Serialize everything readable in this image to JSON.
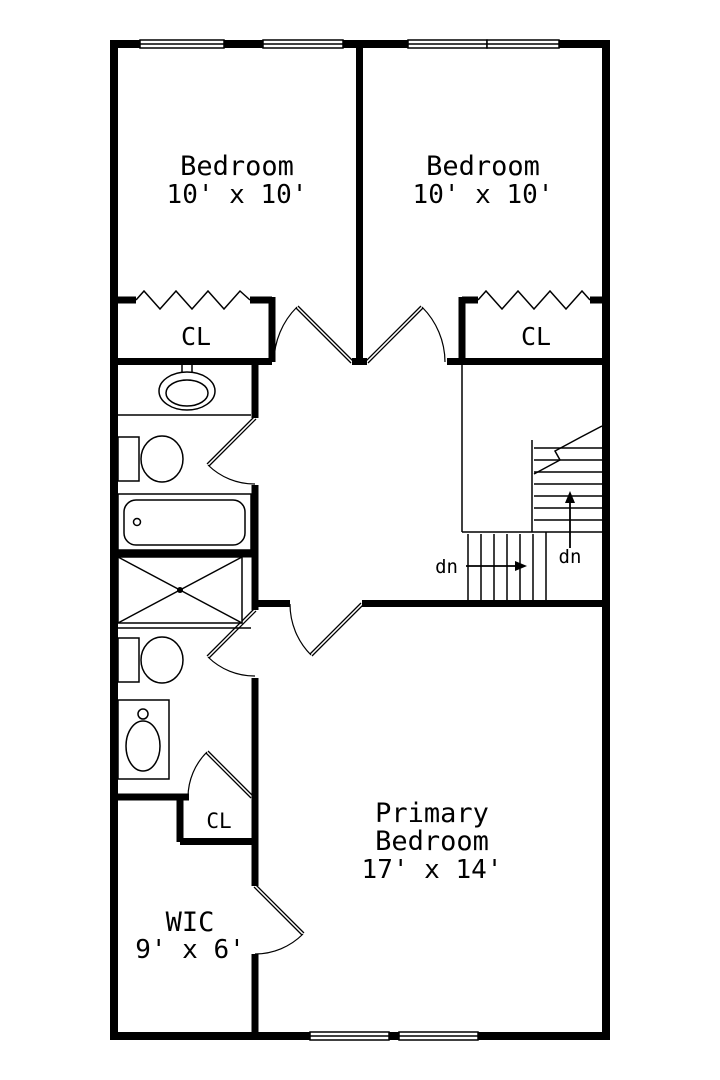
{
  "plan": {
    "bedroom_left": {
      "name": "Bedroom",
      "dims": "10' x 10'"
    },
    "bedroom_right": {
      "name": "Bedroom",
      "dims": "10' x 10'"
    },
    "closet_left": {
      "label": "CL"
    },
    "closet_right": {
      "label": "CL"
    },
    "closet_hall": {
      "label": "CL"
    },
    "primary_bedroom": {
      "name_line1": "Primary",
      "name_line2": "Bedroom",
      "dims": "17' x 14'"
    },
    "wic": {
      "name": "WIC",
      "dims": "9' x 6'"
    },
    "stairs": {
      "upper_down_label": "dn",
      "lower_down_label": "dn"
    }
  },
  "colors": {
    "wall": "#000000",
    "background": "#ffffff"
  }
}
